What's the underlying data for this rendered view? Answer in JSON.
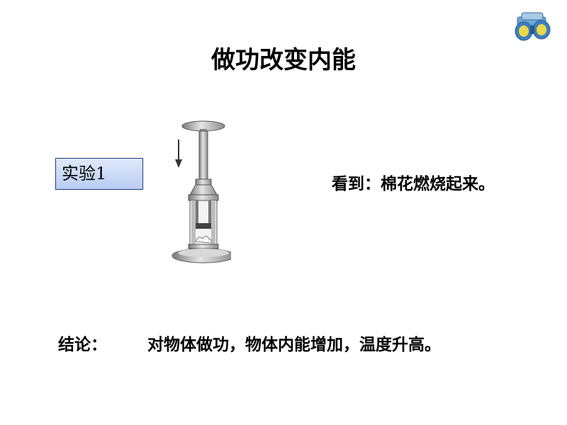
{
  "slide": {
    "title": "做功改变内能",
    "experiment_label": "实验1",
    "observation": "看到：棉花燃烧起来。",
    "conclusion_label": "结论：",
    "conclusion_text": "对物体做功，物体内能增加，温度升高。"
  },
  "icons": {
    "corner": "binoculars-icon",
    "figure": "air-compression-syringe-apparatus",
    "motion": "down-arrow-icon"
  },
  "colors": {
    "badge_border": "#1f3a7a",
    "badge_fill": "#c6d7f5",
    "apparatus_gray": "#9a9a9a"
  }
}
